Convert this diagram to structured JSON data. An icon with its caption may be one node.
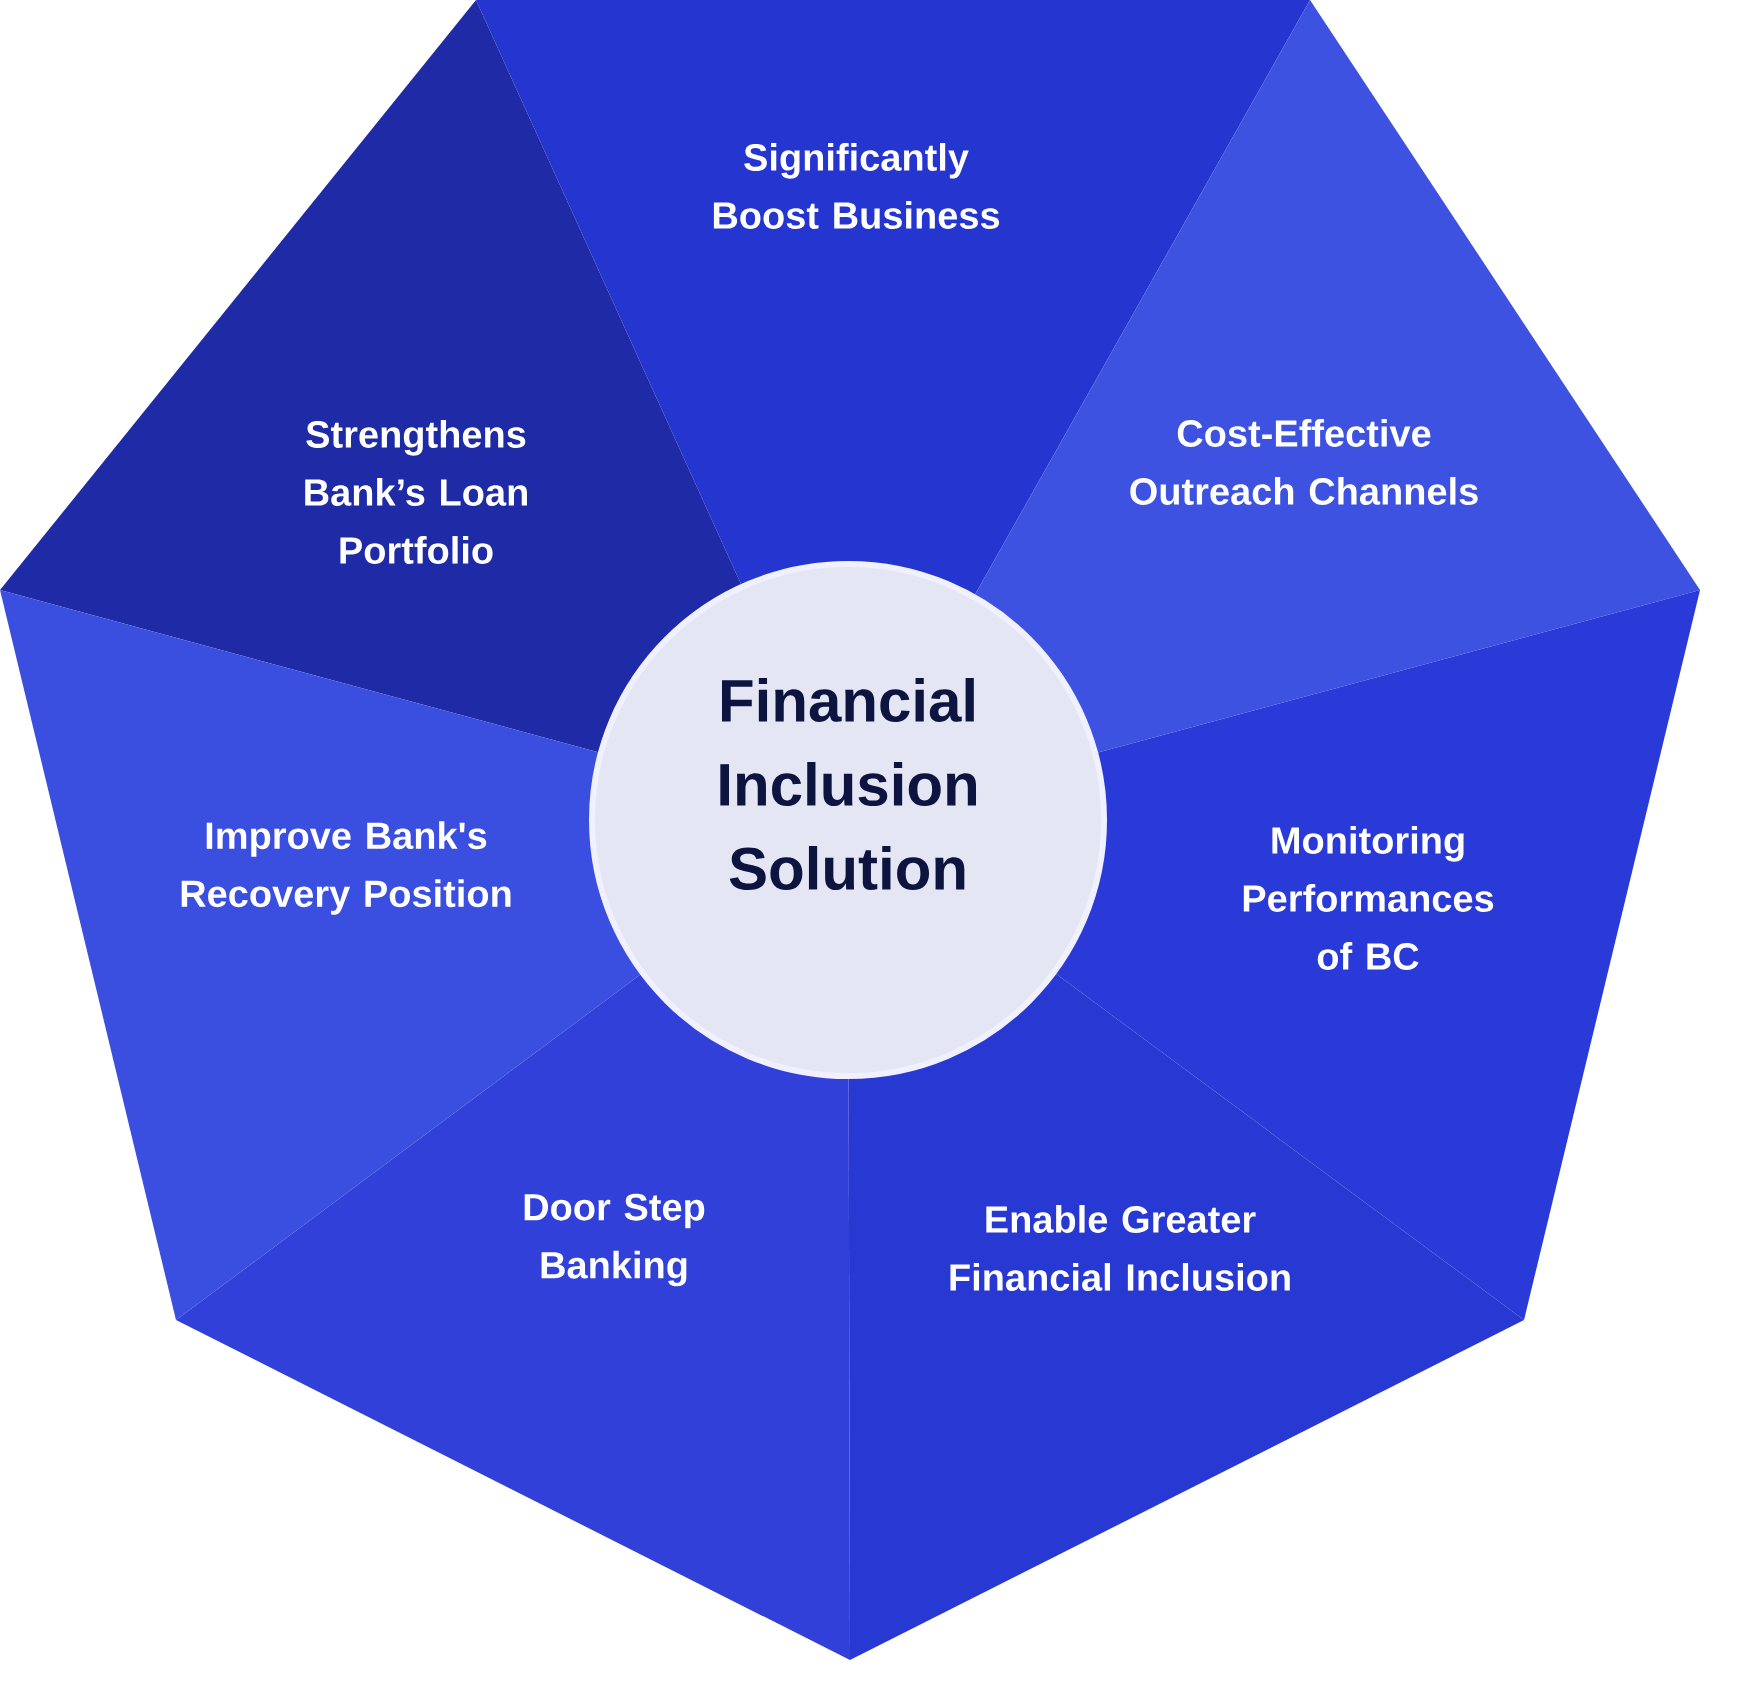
{
  "diagram": {
    "nodes": [
      {
        "text": [
          "Significantly Boost Business"
        ]
      },
      {
        "text": [
          "Strengthens Bank’s Loan Portfolio"
        ]
      },
      {
        "text": [
          "Cost-Effective Outreach Channels"
        ]
      },
      {
        "text": [
          "Financial Inclusion Solution"
        ]
      },
      {
        "text": [
          "Improve Bank's Recovery Position"
        ]
      },
      {
        "text": [
          "Monitoring Performances of BC"
        ]
      },
      {
        "text": [
          "Door Step Banking"
        ]
      },
      {
        "text": [
          "Enable Greater Financial Inclusion"
        ]
      }
    ]
  }
}
